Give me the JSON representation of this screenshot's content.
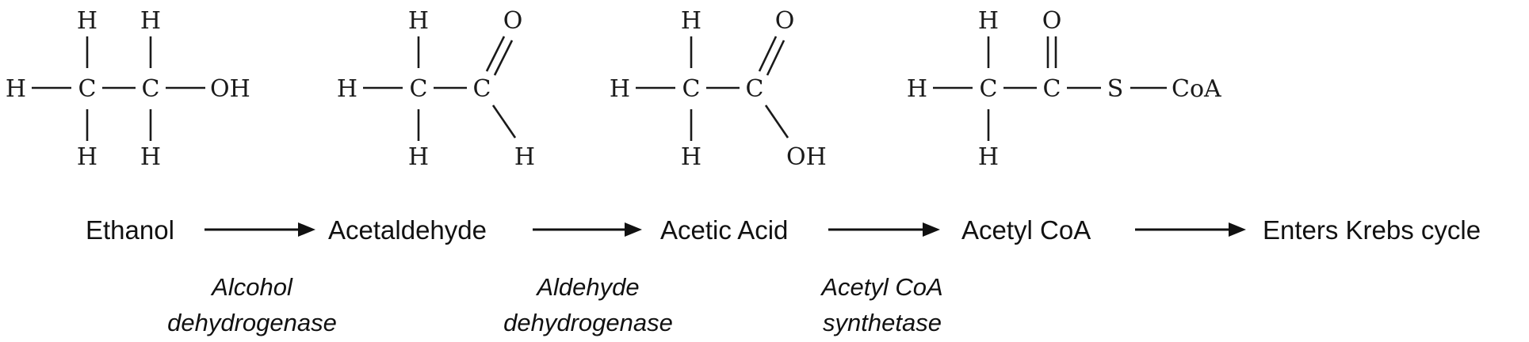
{
  "molecules": {
    "ethanol": {
      "atoms": {
        "h_top1": "H",
        "h_top2": "H",
        "h_left": "H",
        "c1": "C",
        "c2": "C",
        "oh": "OH",
        "h_bot1": "H",
        "h_bot2": "H"
      }
    },
    "acetaldehyde": {
      "atoms": {
        "h_top": "H",
        "o_top": "O",
        "h_left": "H",
        "c1": "C",
        "c2": "C",
        "h_bot1": "H",
        "h_bot2": "H"
      }
    },
    "acetic_acid": {
      "atoms": {
        "h_top": "H",
        "o_top": "O",
        "h_left": "H",
        "c1": "C",
        "c2": "C",
        "h_bot": "H",
        "oh": "OH"
      }
    },
    "acetyl_coa": {
      "atoms": {
        "h_top": "H",
        "o_top": "O",
        "h_left": "H",
        "c1": "C",
        "c2": "C",
        "s": "S",
        "coa": "CoA",
        "h_bot": "H"
      }
    }
  },
  "pathway": {
    "steps": [
      "Ethanol",
      "Acetaldehyde",
      "Acetic Acid",
      "Acetyl CoA",
      "Enters Krebs cycle"
    ],
    "enzymes": [
      {
        "line1": "Alcohol",
        "line2": "dehydrogenase"
      },
      {
        "line1": "Aldehyde",
        "line2": "dehydrogenase"
      },
      {
        "line1": "Acetyl CoA",
        "line2": "synthetase"
      }
    ]
  }
}
